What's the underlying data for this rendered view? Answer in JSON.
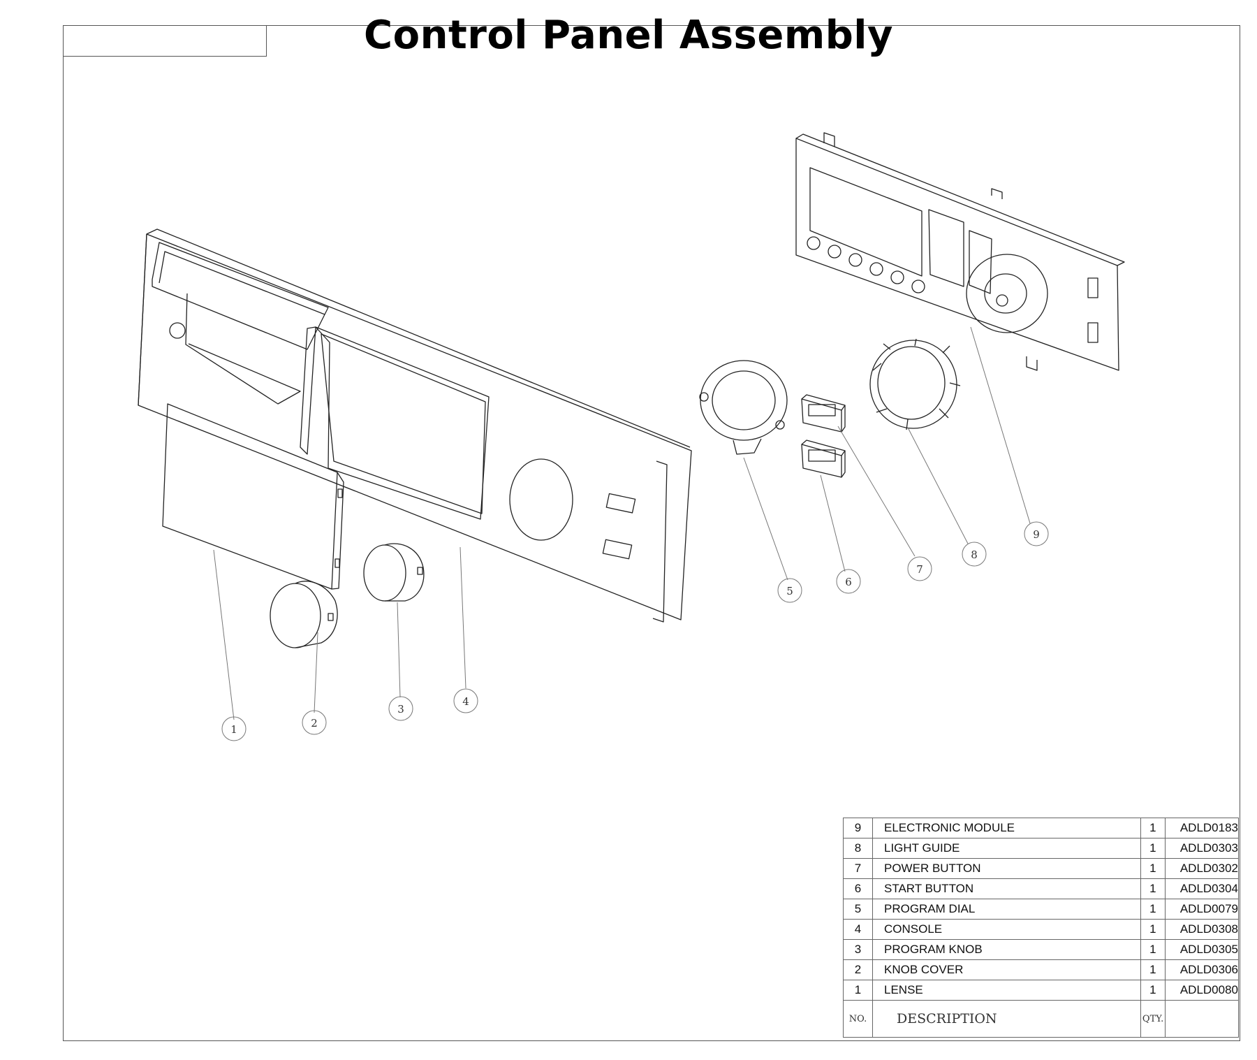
{
  "title": "Control Panel Assembly",
  "callouts": [
    "1",
    "2",
    "3",
    "4",
    "5",
    "6",
    "7",
    "8",
    "9"
  ],
  "parts_table": {
    "rows": [
      {
        "no": "9",
        "description": "ELECTRONIC MODULE",
        "qty": "1",
        "part": "ADLD0183"
      },
      {
        "no": "8",
        "description": "LIGHT GUIDE",
        "qty": "1",
        "part": "ADLD0303"
      },
      {
        "no": "7",
        "description": "POWER BUTTON",
        "qty": "1",
        "part": "ADLD0302"
      },
      {
        "no": "6",
        "description": "START BUTTON",
        "qty": "1",
        "part": "ADLD0304"
      },
      {
        "no": "5",
        "description": "PROGRAM DIAL",
        "qty": "1",
        "part": "ADLD0079"
      },
      {
        "no": "4",
        "description": "CONSOLE",
        "qty": "1",
        "part": "ADLD0308"
      },
      {
        "no": "3",
        "description": "PROGRAM KNOB",
        "qty": "1",
        "part": "ADLD0305"
      },
      {
        "no": "2",
        "description": "KNOB COVER",
        "qty": "1",
        "part": "ADLD0306"
      },
      {
        "no": "1",
        "description": "LENSE",
        "qty": "1",
        "part": "ADLD0080"
      }
    ],
    "header": {
      "no": "NO.",
      "description": "DESCRIPTION",
      "qty": "QTY."
    }
  }
}
